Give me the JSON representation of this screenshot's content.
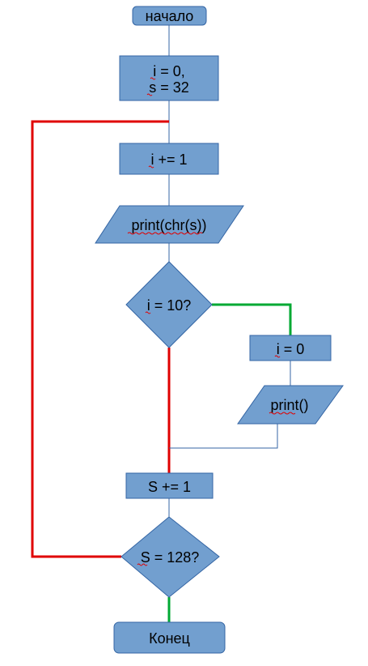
{
  "nodes": {
    "start": {
      "label": "начало",
      "shape": "rounded-rect"
    },
    "init": {
      "label_line1": "i = 0,",
      "label_line2": "s = 32",
      "shape": "rect"
    },
    "inc_i": {
      "label": "i += 1",
      "shape": "rect"
    },
    "print_chr": {
      "label": "print(chr(s))",
      "shape": "parallelogram"
    },
    "check_i": {
      "label": "i = 10?",
      "shape": "diamond"
    },
    "reset_i": {
      "label": "i = 0",
      "shape": "rect"
    },
    "print_newline": {
      "label": "print()",
      "shape": "parallelogram"
    },
    "inc_s": {
      "label": "S += 1",
      "shape": "rect"
    },
    "check_s": {
      "label": "S = 128?",
      "shape": "diamond"
    },
    "end": {
      "label": "Конец",
      "shape": "rounded-rect"
    }
  },
  "edges": [
    {
      "from": "start",
      "to": "init",
      "color": "blue"
    },
    {
      "from": "init",
      "to": "inc_i",
      "color": "blue"
    },
    {
      "from": "inc_i",
      "to": "print_chr",
      "color": "blue"
    },
    {
      "from": "print_chr",
      "to": "check_i",
      "color": "blue"
    },
    {
      "from": "check_i",
      "to": "reset_i",
      "color": "green"
    },
    {
      "from": "check_i",
      "to": "inc_s",
      "color": "red"
    },
    {
      "from": "reset_i",
      "to": "print_newline",
      "color": "blue"
    },
    {
      "from": "print_newline",
      "to": "inc_s",
      "color": "blue"
    },
    {
      "from": "inc_s",
      "to": "check_s",
      "color": "blue"
    },
    {
      "from": "check_s",
      "to": "inc_i",
      "color": "red"
    },
    {
      "from": "check_s",
      "to": "end",
      "color": "green"
    }
  ],
  "colors": {
    "shape_fill": "#729fcf",
    "shape_stroke": "#3465a4",
    "connector_blue": "#3465a4",
    "branch_red": "#e00000",
    "branch_green": "#00a933",
    "spellcheck_underline": "#e00000"
  }
}
